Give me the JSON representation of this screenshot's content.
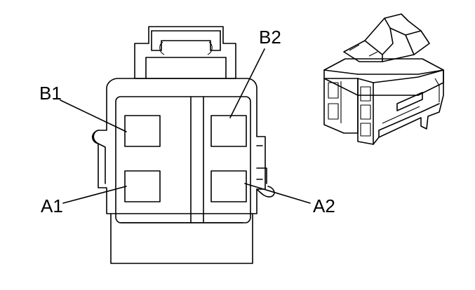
{
  "pins": [
    {
      "id": "b1",
      "label": "B1"
    },
    {
      "id": "b2",
      "label": "B2"
    },
    {
      "id": "a1",
      "label": "A1"
    },
    {
      "id": "a2",
      "label": "A2"
    }
  ],
  "colors": {
    "stroke": "#000000",
    "background": "#ffffff"
  }
}
